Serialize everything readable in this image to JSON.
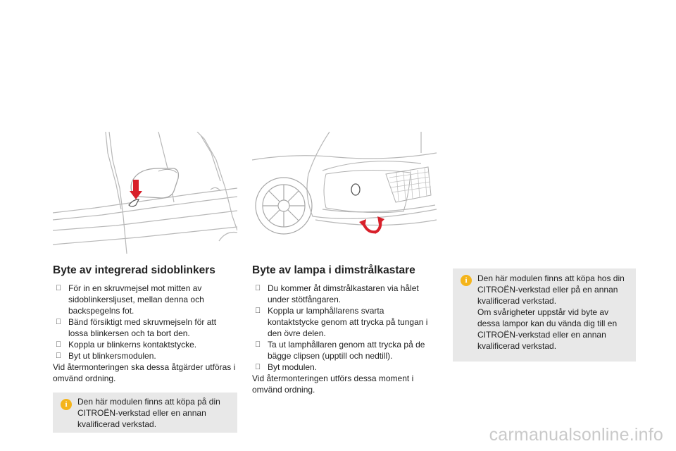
{
  "left_section": {
    "title": "Byte av integrerad sidoblinkers",
    "steps": [
      "För in en skruvmejsel mot mitten av sidoblinkersljuset, mellan denna och backspegelns fot.",
      "Bänd försiktigt med skruvmejseln för att lossa blinkersen och ta bort den.",
      "Koppla ur blinkerns kontaktstycke.",
      "Byt ut blinkersmodulen."
    ],
    "outro": "Vid återmonteringen ska dessa åtgärder utföras i omvänd ordning.",
    "note": "Den här modulen finns att köpa på din CITROËN-verkstad eller en annan kvalificerad verkstad."
  },
  "right_section": {
    "title": "Byte av lampa i dimstrålkastare",
    "steps": [
      "Du kommer åt dimstrålkastaren via hålet under stötfångaren.",
      "Koppla ur lamphållarens svarta kontaktstycke genom att trycka på tungan i den övre delen.",
      "Ta ut lamphållaren genom att trycka på de bägge clipsen (upptill och nedtill).",
      "Byt modulen."
    ],
    "outro": "Vid återmonteringen utförs dessa moment i omvänd ordning."
  },
  "side_note": {
    "line1": "Den här modulen finns att köpa hos din CITROËN-verkstad eller på en annan kvalificerad verkstad.",
    "line2": "Om svårigheter uppstår vid byte av dessa lampor kan du vända dig till en CITROËN-verkstad eller en annan kvalificerad verkstad."
  },
  "icons": {
    "bullet": "",
    "info": "i",
    "info_color": "#f4b41a",
    "arrow_color": "#d8202a"
  },
  "watermark": "carmanualsonline.info"
}
